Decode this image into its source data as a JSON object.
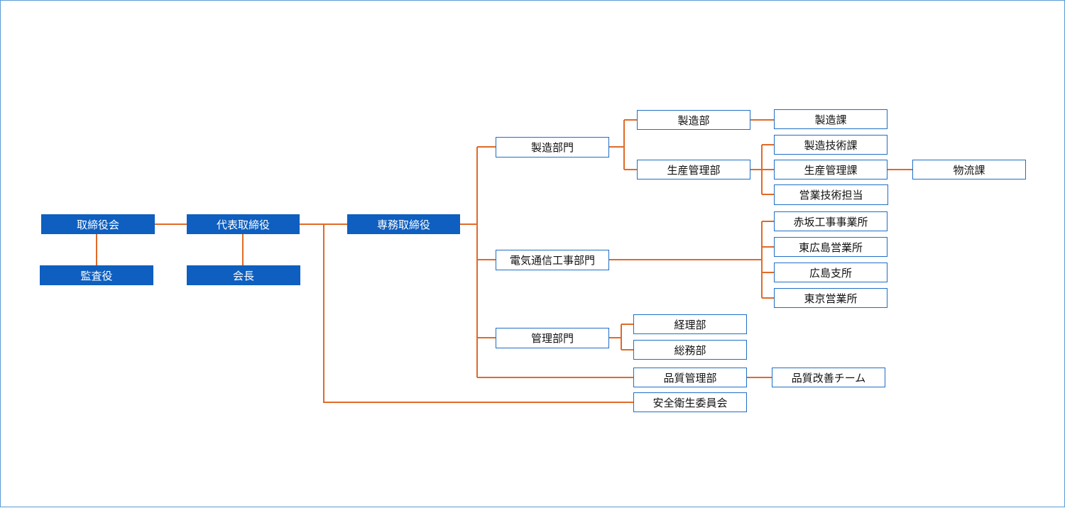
{
  "colors": {
    "connector": "#e06a28",
    "filled": "#0e5fbf",
    "outline": "#1f6fc5",
    "frame": "#5b9bd5"
  },
  "nodes": {
    "board": "取締役会",
    "auditor": "監査役",
    "president": "代表取締役",
    "chairman": "会長",
    "managing_director": "専務取締役",
    "manufacturing_division": "製造部門",
    "manufacturing_dept": "製造部",
    "manufacturing_section": "製造課",
    "production_control_dept": "生産管理部",
    "manufacturing_tech_section": "製造技術課",
    "production_control_section": "生産管理課",
    "logistics_section": "物流課",
    "sales_tech_staff": "営業技術担当",
    "telecom_division": "電気通信工事部門",
    "akasaka_office": "赤坂工事事業所",
    "higashihiroshima_office": "東広島営業所",
    "hiroshima_branch": "広島支所",
    "tokyo_office": "東京営業所",
    "admin_division": "管理部門",
    "accounting_dept": "経理部",
    "general_affairs_dept": "総務部",
    "quality_control_dept": "品質管理部",
    "quality_improvement_team": "品質改善チーム",
    "safety_committee": "安全衛生委員会"
  }
}
